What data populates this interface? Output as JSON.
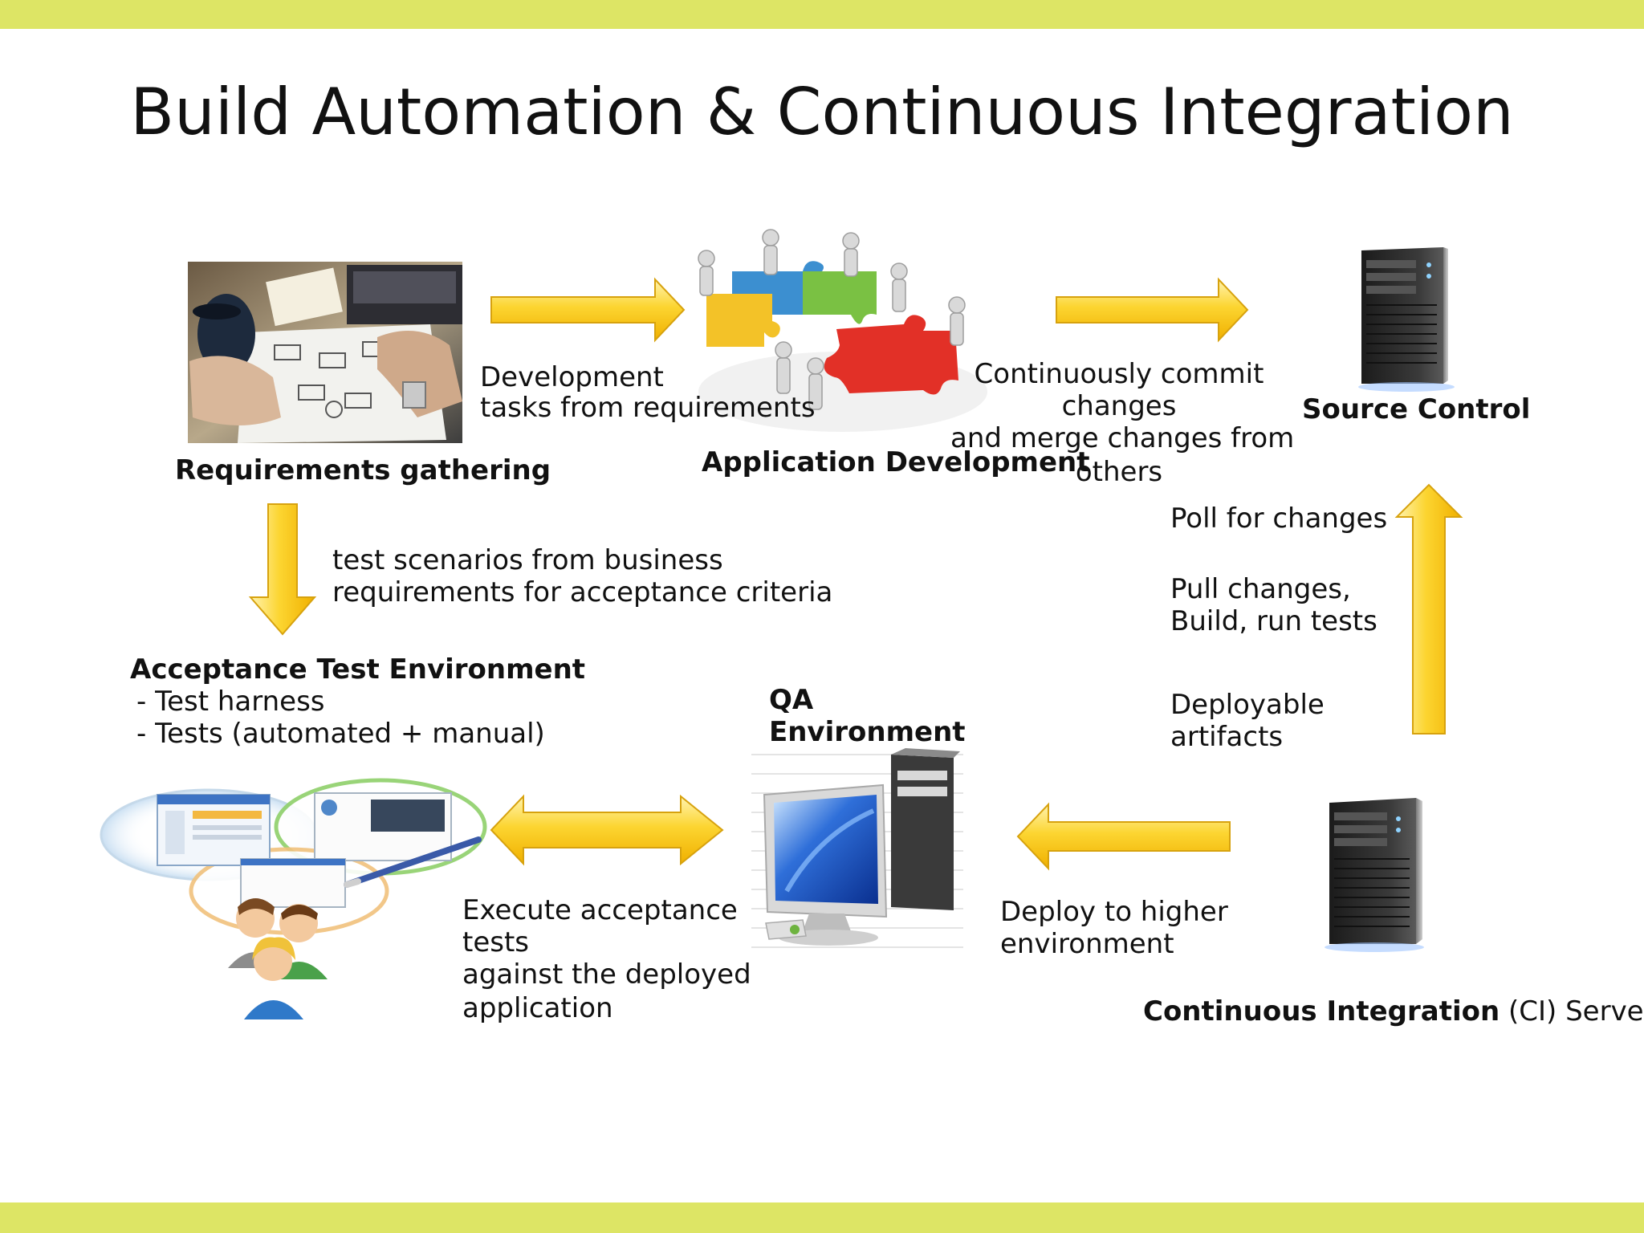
{
  "title": "Build Automation & Continuous Integration",
  "colors": {
    "band": "#dde565",
    "arrow_light": "#fff1a8",
    "arrow_mid": "#fcd531",
    "arrow_dark": "#f2b500",
    "arrow_stroke": "#d7a20e",
    "text": "#111111"
  },
  "nodes": {
    "requirements": {
      "label": "Requirements gathering",
      "icon": "planning-photo-icon"
    },
    "app_dev": {
      "label": "Application Development",
      "icon": "puzzle-team-icon"
    },
    "source_control": {
      "label": "Source Control",
      "icon": "server-tower-icon"
    },
    "acceptance": {
      "label": "Acceptance Test Environment",
      "lines": [
        "- Test harness",
        "- Tests (automated + manual)"
      ],
      "icon": "users-windows-icon"
    },
    "qa": {
      "label_line1": "QA",
      "label_line2": "Environment",
      "icon": "desktop-computer-icon"
    },
    "ci_server": {
      "label_bold": "Continuous Integration",
      "label_rest": " (CI) Server",
      "icon": "server-tower-icon"
    }
  },
  "edges": {
    "req_to_dev": [
      "Development",
      "tasks from requirements"
    ],
    "dev_to_source": [
      "Continuously commit",
      "changes",
      "and merge changes from",
      "others"
    ],
    "req_to_acceptance": [
      "test scenarios from business",
      "requirements for acceptance criteria"
    ],
    "ci_to_source": {
      "poll": "Poll for changes",
      "pull": [
        "Pull changes,",
        "Build, run tests"
      ],
      "artifacts": [
        "Deployable",
        "artifacts"
      ]
    },
    "ci_to_qa": [
      "Deploy to higher",
      "environment"
    ],
    "qa_acceptance": [
      "Execute acceptance",
      "tests",
      "against the deployed",
      "application"
    ]
  }
}
